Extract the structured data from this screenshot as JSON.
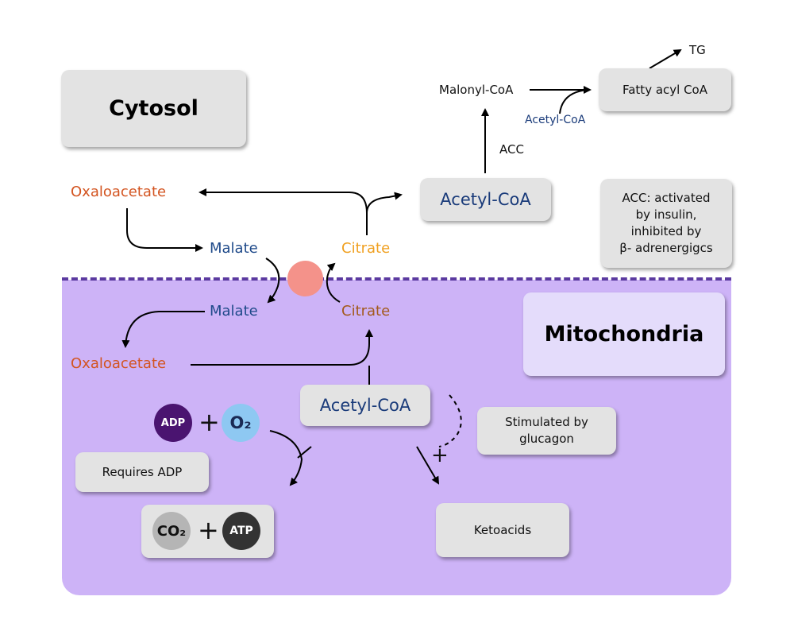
{
  "compartments": {
    "cytosol": "Cytosol",
    "mitochondria": "Mitochondria"
  },
  "cytosol": {
    "oxaloacetate": "Oxaloacetate",
    "malate": "Malate",
    "citrate": "Citrate",
    "acetyl_coa": "Acetyl-CoA",
    "acc": "ACC",
    "malonyl_coa": "Malonyl-CoA",
    "acetyl_coa_small": "Acetyl-CoA",
    "fatty_acyl_coa": "Fatty acyl CoA",
    "tg": "TG",
    "acc_note": [
      "ACC: activated",
      "by insulin,",
      "inhibited by",
      "β- adrenergigcs"
    ]
  },
  "mito": {
    "malate": "Malate",
    "citrate": "Citrate",
    "oxaloacetate": "Oxaloacetate",
    "acetyl_coa": "Acetyl-CoA",
    "adp": "ADP",
    "o2": "O₂",
    "plus": "+",
    "requires_adp": "Requires ADP",
    "co2": "CO₂",
    "atp": "ATP",
    "stimulated": [
      "Stimulated by",
      "glucagon"
    ],
    "ketoacids": "Ketoacids",
    "stim_plus": "+"
  },
  "colors": {
    "mitochondria_fill": "#cdb3f7",
    "membrane_dash": "#5b3aa0",
    "transporter": "#f4928a",
    "adp_circle": "#4a1470",
    "o2_circle": "#8ec8f2",
    "co2_circle": "#b5b5b5",
    "atp_circle": "#333333"
  }
}
